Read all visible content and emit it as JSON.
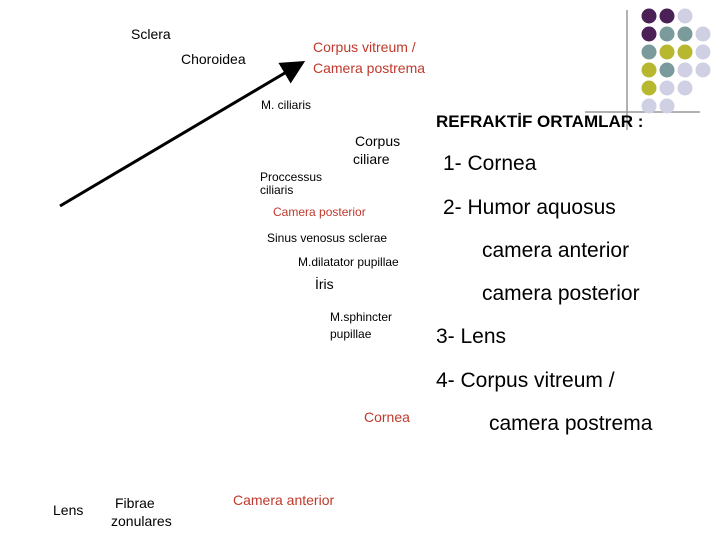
{
  "palette": {
    "purple": "#4b2056",
    "teal": "#7a9a9b",
    "olive": "#b8b830",
    "lavender": "#d0d0e4",
    "line": "#999999",
    "red": "#c0392b"
  },
  "dots": [
    [
      "purple",
      "purple",
      "lavender"
    ],
    [
      "purple",
      "teal",
      "teal",
      "lavender"
    ],
    [
      "teal",
      "olive",
      "olive",
      "lavender"
    ],
    [
      "olive",
      "teal",
      "lavender",
      "lavender"
    ],
    [
      "olive",
      "lavender",
      "lavender"
    ],
    [
      "lavender",
      "lavender"
    ]
  ],
  "labels": {
    "sclera": "Sclera",
    "choroidea": "Choroidea",
    "corpus_vitreum": "Corpus vitreum /",
    "camera_postrema": "Camera postrema",
    "m_ciliaris": "M. ciliaris",
    "corpus_ciliare_1": "Corpus",
    "corpus_ciliare_2": "ciliare",
    "proccessus_1": "Proccessus",
    "proccessus_2": "ciliaris",
    "camera_posterior": "Camera posterior",
    "sinus_venosus": "Sinus venosus sclerae",
    "m_dilatator": "M.dilatator pupillae",
    "iris": "İris",
    "m_sphincter_1": "M.sphincter",
    "m_sphincter_2": "pupillae",
    "cornea": "Cornea",
    "lens": "Lens",
    "fibrae_1": "Fibrae",
    "fibrae_2": "zonulares",
    "camera_anterior": "Camera anterior"
  },
  "panel": {
    "heading": "REFRAKTİF ORTAMLAR :",
    "item1": "1- Cornea",
    "item2": "2- Humor aquosus",
    "item2a": "camera anterior",
    "item2b": "camera posterior",
    "item3": "3- Lens",
    "item4": "4- Corpus vitreum /",
    "item4b": "camera postrema"
  }
}
